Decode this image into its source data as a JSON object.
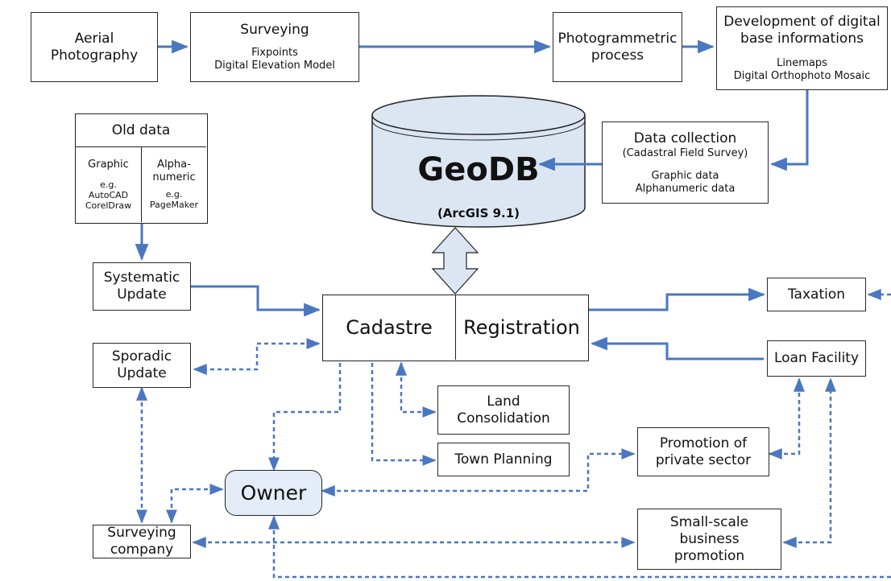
{
  "nodes": {
    "aerial": "Aerial Photography",
    "surveying": {
      "title": "Surveying",
      "lines": [
        "Fixpoints",
        "Digital Elevation Model"
      ]
    },
    "photogrammetric": "Photogrammetric process",
    "development": {
      "title": "Development of digital base informations",
      "lines": [
        "Linemaps",
        "Digital Orthophoto Mosaic"
      ]
    },
    "old_data": {
      "title": "Old data",
      "graphic": {
        "label": "Graphic",
        "examples": [
          "e.g.",
          "AutoCAD",
          "CorelDraw"
        ]
      },
      "alpha": {
        "label": "Alpha-numeric",
        "examples": [
          "e.g.",
          "PageMaker"
        ]
      }
    },
    "geodb": {
      "title": "GeoDB",
      "subtitle": "(ArcGIS 9.1)"
    },
    "data_collection": {
      "title": "Data collection",
      "sub": "(Cadastral Field Survey)",
      "lines": [
        "Graphic data",
        "Alphanumeric data"
      ]
    },
    "systematic": "Systematic Update",
    "cadastre": "Cadastre",
    "registration": "Registration",
    "taxation": "Taxation",
    "sporadic": "Sporadic Update",
    "loan": "Loan Facility",
    "land_consolidation": "Land Consolidation",
    "town_planning": "Town Planning",
    "promotion_private": "Promotion of private sector",
    "owner": "Owner",
    "surveying_company": "Surveying company",
    "small_scale": "Small-scale business promotion"
  },
  "colors": {
    "arrow": "#4a77c0",
    "db_fill": "#dce6f3",
    "owner_fill": "#e4ecf7"
  }
}
